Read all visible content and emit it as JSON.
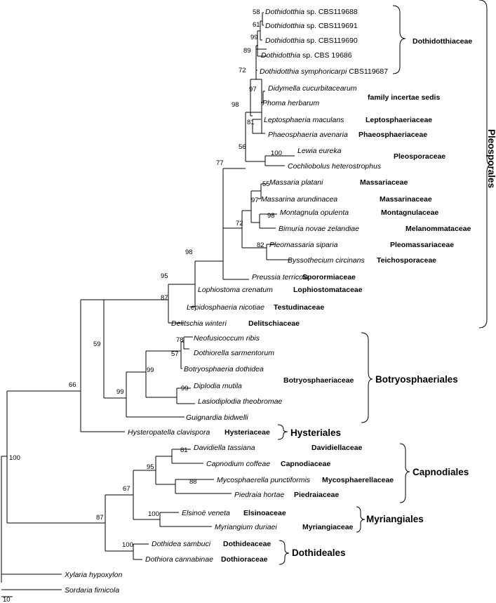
{
  "taxa": [
    {
      "genus": "Dothidotthia",
      "rest": " sp. CBS119688"
    },
    {
      "genus": "Dothidotthia",
      "rest": " sp. CBS119691"
    },
    {
      "genus": "Dothidotthia",
      "rest": " sp. CBS119690"
    },
    {
      "genus": "Dothidotthia",
      "rest": " sp. CBS 19686"
    },
    {
      "genus": "Dothidotthia symphoricarpi",
      "rest": " CBS119687"
    },
    {
      "genus": "Didymella cucurbitacearum",
      "rest": ""
    },
    {
      "genus": "Phoma herbarum",
      "rest": ""
    },
    {
      "genus": "Leptosphaeria maculans",
      "rest": ""
    },
    {
      "genus": "Phaeosphaeria avenaria",
      "rest": ""
    },
    {
      "genus": "Lewia eureka",
      "rest": ""
    },
    {
      "genus": "Cochliobolus heterostrophus",
      "rest": ""
    },
    {
      "genus": "Massaria platani",
      "rest": ""
    },
    {
      "genus": "Massarina arundinacea",
      "rest": ""
    },
    {
      "genus": "Montagnula opulenta",
      "rest": ""
    },
    {
      "genus": "Bimuria novae zelandiae",
      "rest": ""
    },
    {
      "genus": "Pleomassaria siparia",
      "rest": ""
    },
    {
      "genus": "Byssothecium circinans",
      "rest": ""
    },
    {
      "genus": "Preussia terricola",
      "rest": ""
    },
    {
      "genus": "Lophiostoma crenatum",
      "rest": ""
    },
    {
      "genus": "Lepidosphaeria nicotiae",
      "rest": ""
    },
    {
      "genus": "Delitschia winteri",
      "rest": ""
    },
    {
      "genus": "Neofusicoccum ribis",
      "rest": ""
    },
    {
      "genus": "Dothiorella sarmentorum",
      "rest": ""
    },
    {
      "genus": "Botryosphaeria dothidea",
      "rest": ""
    },
    {
      "genus": "Diplodia mutila",
      "rest": ""
    },
    {
      "genus": "Lasiodiplodia theobromae",
      "rest": ""
    },
    {
      "genus": "Guignardia bidwelli",
      "rest": ""
    },
    {
      "genus": "Hysteropatella clavispora",
      "rest": ""
    },
    {
      "genus": "Davidiella tassiana",
      "rest": ""
    },
    {
      "genus": "Capnodium coffeae",
      "rest": ""
    },
    {
      "genus": "Mycosphaerella punctiformis",
      "rest": ""
    },
    {
      "genus": "Piedraia hortae",
      "rest": ""
    },
    {
      "genus": "Elsinoë veneta",
      "rest": ""
    },
    {
      "genus": "Myriangium duriaei",
      "rest": ""
    },
    {
      "genus": "Dothidea sambuci",
      "rest": ""
    },
    {
      "genus": "Dothiora cannabinae",
      "rest": ""
    },
    {
      "genus": "Xylaria hypoxylon",
      "rest": ""
    },
    {
      "genus": "Sordaria fimicola",
      "rest": ""
    }
  ],
  "families": [
    "Dothidotthiaceae",
    "family incertae sedis",
    "Leptosphaeriaceae",
    "Phaeosphaeriaceae",
    "Pleosporaceae",
    "Massariaceae",
    "Massarinaceae",
    "Montagnulaceae",
    "Melanommataceae",
    "Pleomassariaceae",
    "Teichosporaceae",
    "Sporormiaceae",
    "Lophiostomataceae",
    "Testudinaceae",
    "Delitschiaceae",
    "Botryosphaeriaceae",
    "Hysteriaceae",
    "Davidiellaceae",
    "Capnodiaceae",
    "Mycosphaerellaceae",
    "Piedraiaceae",
    "Elsinoaceae",
    "Myriangiaceae",
    "Dothideaceae",
    "Dothioraceae"
  ],
  "orders": [
    "Pleosporales",
    "Botryosphaeriales",
    "Hysteriales",
    "Capnodiales",
    "Myriangiales",
    "Dothideales"
  ],
  "support": [
    "58",
    "61",
    "99",
    "89",
    "72",
    "97",
    "98",
    "81",
    "56",
    "100",
    "77",
    "55",
    "97",
    "98",
    "72",
    "82",
    "98",
    "95",
    "87",
    "78",
    "57",
    "99",
    "99",
    "99",
    "59",
    "66",
    "81",
    "95",
    "88",
    "67",
    "100",
    "87",
    "100",
    "100"
  ],
  "scale_label": "10"
}
